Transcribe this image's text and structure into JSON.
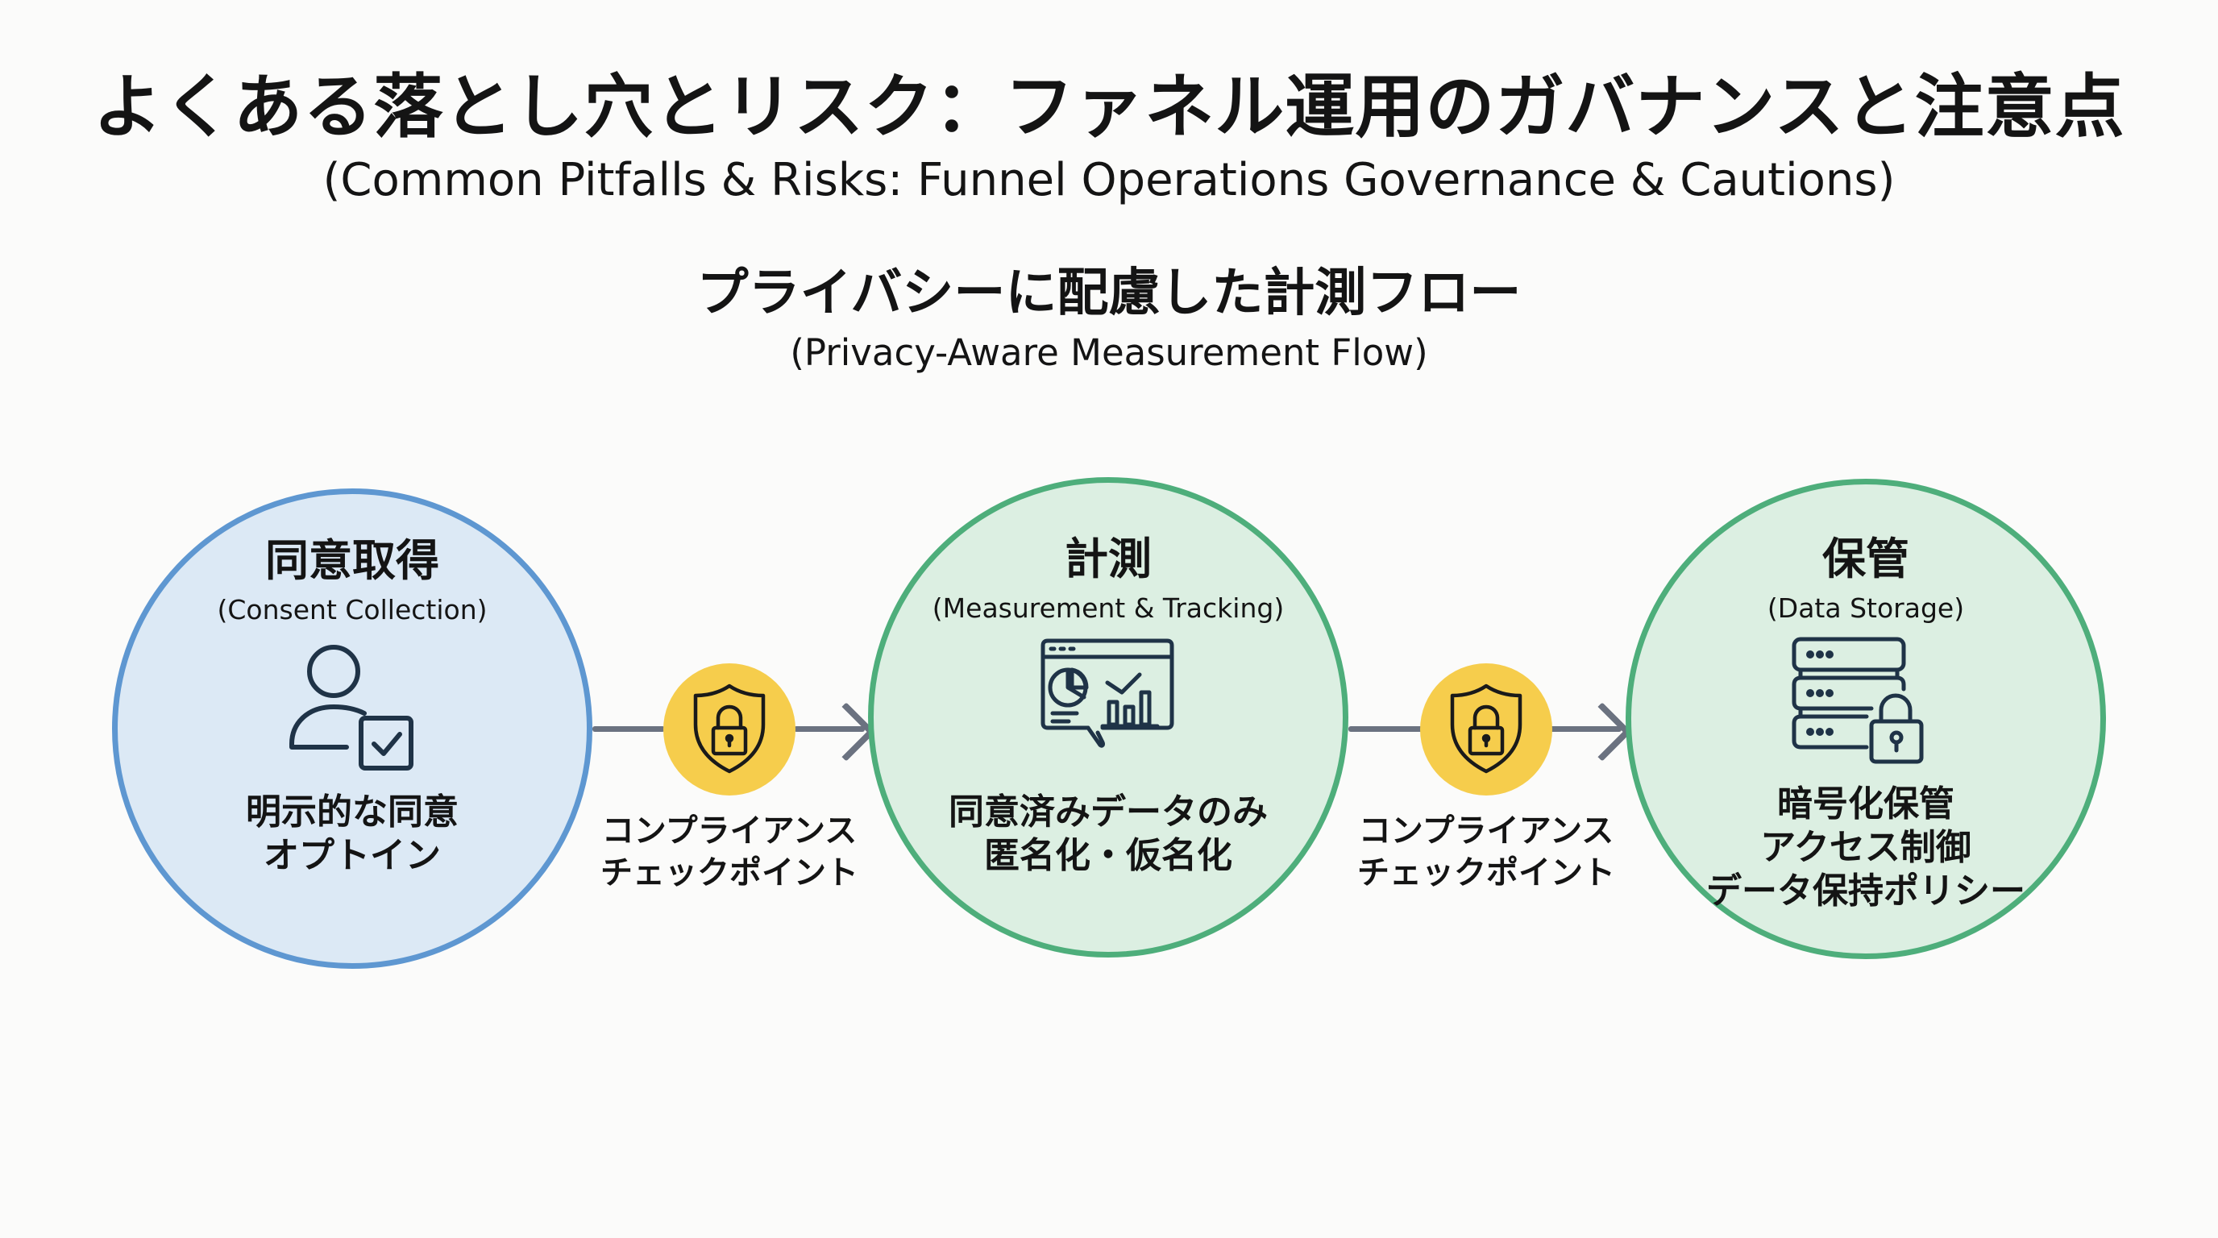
{
  "header": {
    "title": "よくある落とし穴とリスク：ファネル運用のガバナンスと注意点",
    "subtitle": "(Common Pitfalls & Risks: Funnel Operations Governance & Cautions)"
  },
  "section": {
    "title": "プライバシーに配慮した計測フロー",
    "subtitle": "(Privacy-Aware Measurement Flow)"
  },
  "flow": {
    "stages": [
      {
        "title": "同意取得",
        "subtitle": "(Consent Collection)",
        "icon": "user-checkbox-icon",
        "desc": [
          "明示的な同意",
          "オプトイン"
        ],
        "border_color": "#5e97d1",
        "fill_color": "#dce9f5"
      },
      {
        "title": "計測",
        "subtitle": "(Measurement & Tracking)",
        "icon": "analytics-dashboard-icon",
        "desc": [
          "同意済みデータのみ",
          "匿名化・仮名化"
        ],
        "border_color": "#4eae7b",
        "fill_color": "#dcefe2"
      },
      {
        "title": "保管",
        "subtitle": "(Data Storage)",
        "icon": "server-lock-icon",
        "desc": [
          "暗号化保管",
          "アクセス制御",
          "データ保持ポリシー"
        ],
        "border_color": "#4eae7b",
        "fill_color": "#dcefe2"
      }
    ],
    "checkpoints": [
      {
        "icon": "shield-lock-icon",
        "label": [
          "コンプライアンス",
          "チェックポイント"
        ],
        "color": "#f6cd4c"
      },
      {
        "icon": "shield-lock-icon",
        "label": [
          "コンプライアンス",
          "チェックポイント"
        ],
        "color": "#f6cd4c"
      }
    ],
    "arrow_color": "#6b7280"
  }
}
